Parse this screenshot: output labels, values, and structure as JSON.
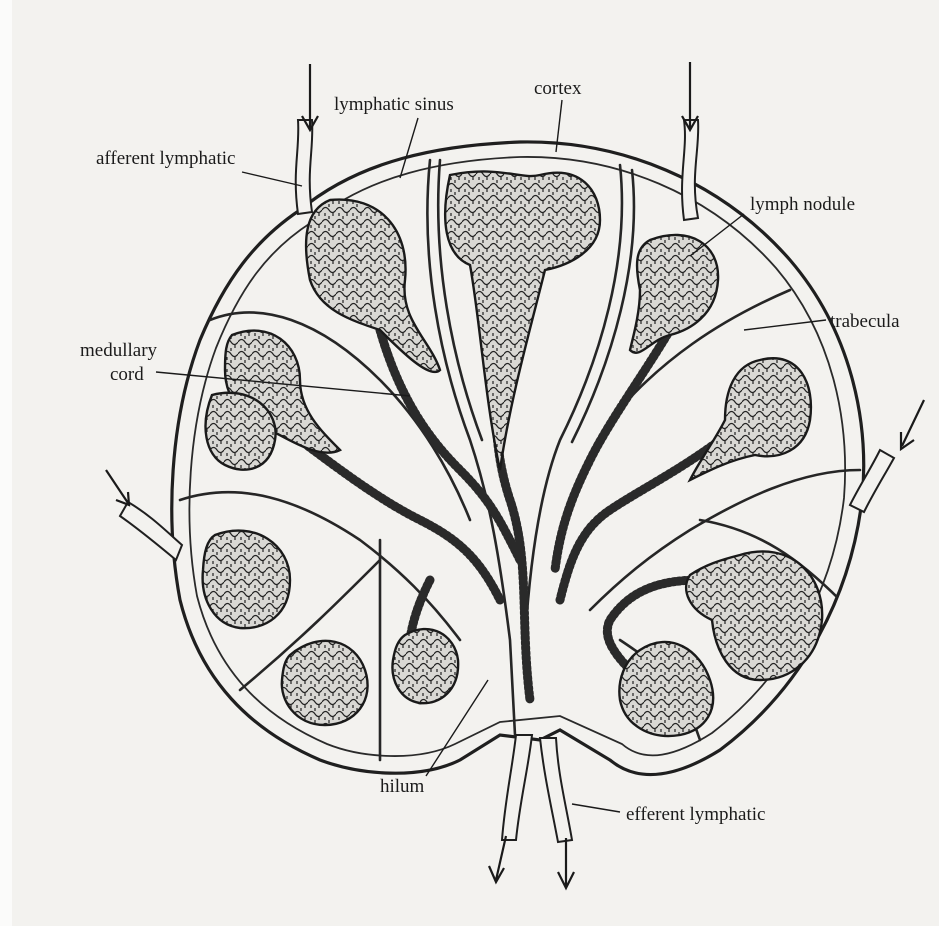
{
  "diagram": {
    "labels": {
      "afferent_lymphatic": "afferent lymphatic",
      "lymphatic_sinus": "lymphatic sinus",
      "cortex": "cortex",
      "lymph_nodule": "lymph nodule",
      "trabecula": "trabecula",
      "medullary_cord_line1": "medullary",
      "medullary_cord_line2": "cord",
      "hilum": "hilum",
      "efferent_lymphatic": "efferent lymphatic"
    }
  }
}
